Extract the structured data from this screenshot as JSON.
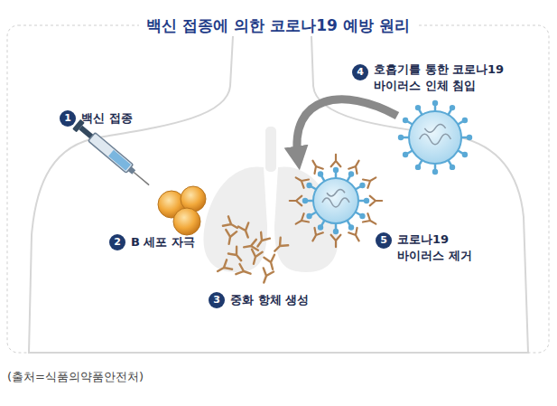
{
  "diagram": {
    "title": "백신 접종에 의한 코로나19 예방 원리",
    "caption": "(출처=식품의약품안전처)",
    "labels": [
      "1",
      "백신 접종",
      "2",
      "B 세포 자극",
      "3",
      "중화 항체 생성",
      "4",
      "호흡기를 통한 코로나19 바이러스 인체 침입",
      "5",
      "코로나19 바이러스 제거"
    ]
  }
}
